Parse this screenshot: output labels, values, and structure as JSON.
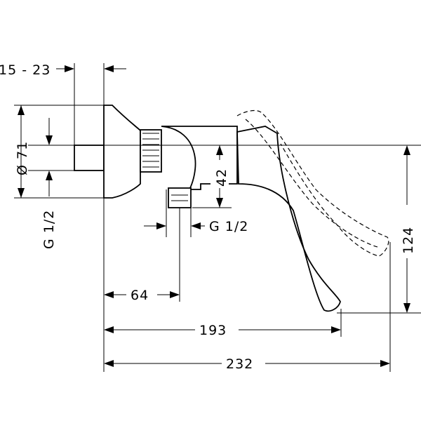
{
  "dimensions": {
    "wall_range": "15 - 23",
    "flange_diameter": "Ø 71",
    "inlet_thread": "G 1/2",
    "height_outlet": "42",
    "outlet_thread": "G 1/2",
    "outlet_offset": "64",
    "lever_reach": "193",
    "total_length": "232",
    "lever_height": "124"
  }
}
